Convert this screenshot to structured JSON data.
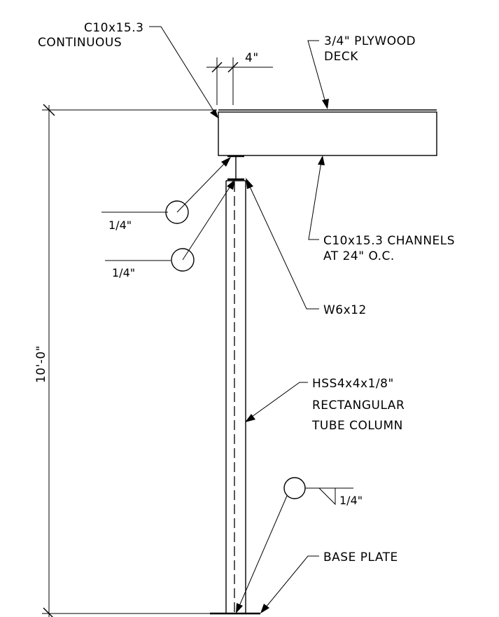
{
  "labels": {
    "c10_cont_l1": "C10x15.3",
    "c10_cont_l2": "CONTINUOUS",
    "plywood_l1": "3/4\" PLYWOOD",
    "plywood_l2": "DECK",
    "dim_4in": "4\"",
    "channels_l1": "C10x15.3 CHANNELS",
    "channels_l2": "AT 24\" O.C.",
    "w6": "W6x12",
    "hss_l1": "HSS4x4x1/8\"",
    "hss_l2": "RECTANGULAR",
    "hss_l3": "TUBE COLUMN",
    "weld_top_1": "1/4\"",
    "weld_top_2": "1/4\"",
    "weld_base": "1/4\"",
    "base_plate": "BASE PLATE",
    "height": "10'-0\""
  }
}
